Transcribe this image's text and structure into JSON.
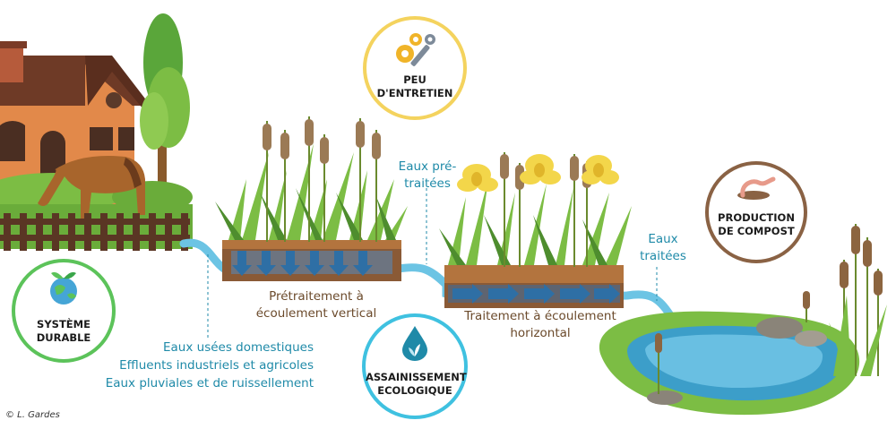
{
  "labels": {
    "pretreatment": [
      "Prétraitement à",
      "écoulement vertical"
    ],
    "horizontal": [
      "Traitement à écoulement",
      "horizontal"
    ],
    "pretreated_water": [
      "Eaux pré-",
      "traitées"
    ],
    "treated_water": [
      "Eaux",
      "traitées"
    ],
    "sources": [
      "Eaux usées domestiques",
      "Effluents industriels et agricoles",
      "Eaux pluviales et de ruissellement"
    ]
  },
  "badges": {
    "maintenance": [
      "PEU",
      "D'ENTRETIEN"
    ],
    "sustainable": [
      "SYSTÈME",
      "DURABLE"
    ],
    "ecological": [
      "ASSAINISSEMENT",
      "ECOLOGIQUE"
    ],
    "compost": [
      "PRODUCTION",
      "DE COMPOST"
    ]
  },
  "credit": "© L. Gardes",
  "colors": {
    "water": "#6cc4e4",
    "teal_text": "#1f8aa8",
    "brown_text": "#6b4a2b",
    "badge_yellow": "#f4d35e",
    "badge_green": "#5cc35a",
    "badge_cyan": "#3fc1e0",
    "badge_brown": "#8a6244"
  },
  "icons": [
    "gears-wrench-icon",
    "globe-plant-icon",
    "water-drop-plant-icon",
    "earthworm-icon"
  ]
}
